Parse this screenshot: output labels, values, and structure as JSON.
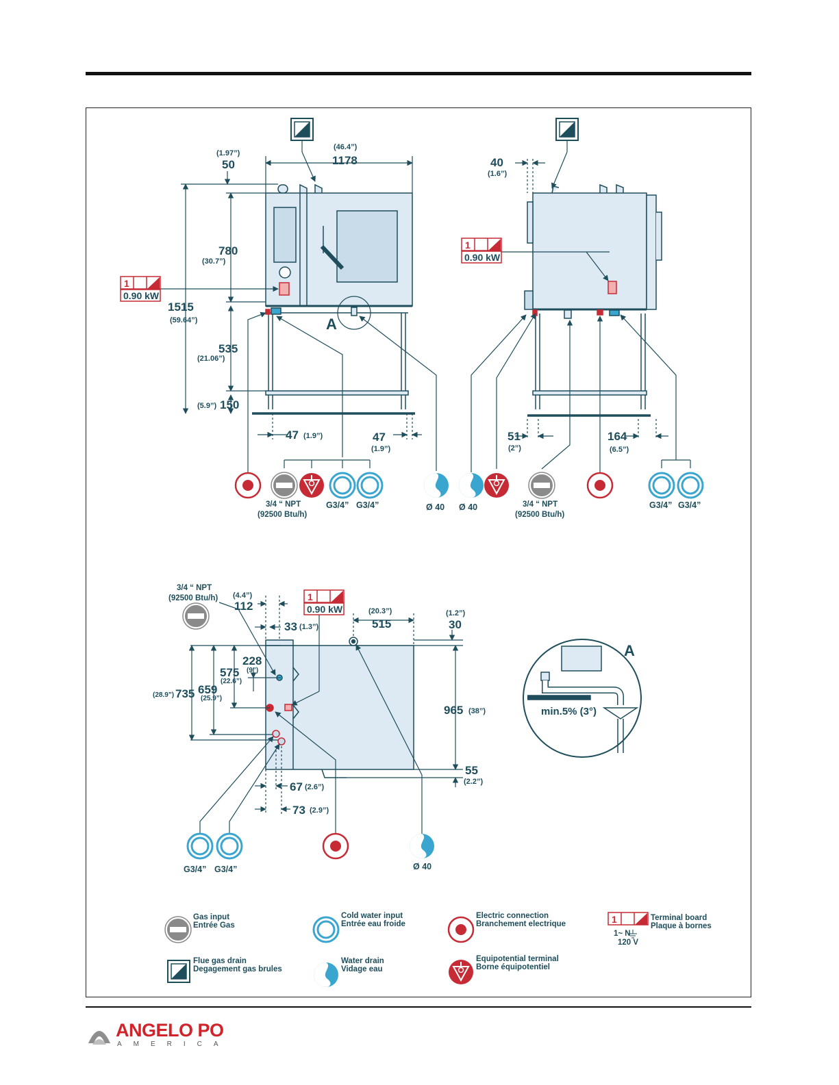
{
  "dimensions": {
    "front": {
      "flue_offset": "50",
      "flue_offset_in": "(1.97”)",
      "width": "1178",
      "width_in": "(46.4”)",
      "oven_height": "780",
      "oven_height_in": "(30.7”)",
      "total_height": "1515",
      "total_height_in": "(59.64”)",
      "stand_height": "535",
      "stand_height_in": "(21.06”)",
      "leg_height": "150",
      "leg_height_in": "(5.9”)",
      "leg_left": "47",
      "leg_left_in": "(1.9”)",
      "leg_right": "47",
      "leg_right_in": "(1.9”)",
      "detail_label": "A"
    },
    "side": {
      "flue_offset": "40",
      "flue_offset_in": "(1.6”)",
      "leg_front": "51",
      "leg_front_in": "(2”)",
      "leg_back": "164",
      "leg_back_in": "(6.5”)"
    },
    "top": {
      "gas_offset": "112",
      "gas_offset_in": "(4.4”)",
      "elec_offset": "33",
      "elec_offset_in": "(1.3”)",
      "drain_dist": "515",
      "drain_dist_in": "(20.3”)",
      "back_gap": "30",
      "back_gap_in": "(1.2”)",
      "gas_depth": "228",
      "gas_depth_in": "(9”)",
      "elec_depth": "575",
      "elec_depth_in": "(22.6”)",
      "water1_depth": "659",
      "water1_depth_in": "(25.9”)",
      "water2_depth": "735",
      "water2_depth_in": "(28.9”)",
      "depth": "965",
      "depth_in": "(38”)",
      "door_gap": "55",
      "door_gap_in": "(2.2”)",
      "water1_x": "67",
      "water1_x_in": "(2.6”)",
      "water2_x": "73",
      "water2_x_in": "(2.9”)"
    },
    "detail": {
      "label": "A",
      "slope": "min.5% (3°)"
    }
  },
  "badges": {
    "terminal_number": "1",
    "power": "0.90 kW"
  },
  "connections": {
    "gas_size": "3/4 “ NPT",
    "gas_rating": "(92500 Btu/h)",
    "water": "G3/4”",
    "drain": "Ø 40"
  },
  "legend": {
    "gas": {
      "line1": "Gas input",
      "line2": "Entrée Gas"
    },
    "cold_water": {
      "line1": "Cold water input",
      "line2": "Entrée eau froide"
    },
    "electric": {
      "line1": "Electric connection",
      "line2": "Branchement electrique"
    },
    "terminal": {
      "line1": "Terminal board",
      "line2": "Plaque à bornes",
      "phase": "1~ N",
      "voltage": "120 V"
    },
    "flue": {
      "line1": "Flue gas drain",
      "line2": "Degagement gas brules"
    },
    "water_drain": {
      "line1": "Water drain",
      "line2": "Vidage eau"
    },
    "equipotential": {
      "line1": "Equipotential terminal",
      "line2": "Borne équipotentiel"
    }
  },
  "brand": {
    "name": "ANGELO PO",
    "sub": "AMERICA"
  },
  "colors": {
    "line": "#1e4d5c",
    "oven_fill": "#dde9f3",
    "red": "#c62a35",
    "water": "#3aa6cf",
    "gas": "#888888"
  }
}
